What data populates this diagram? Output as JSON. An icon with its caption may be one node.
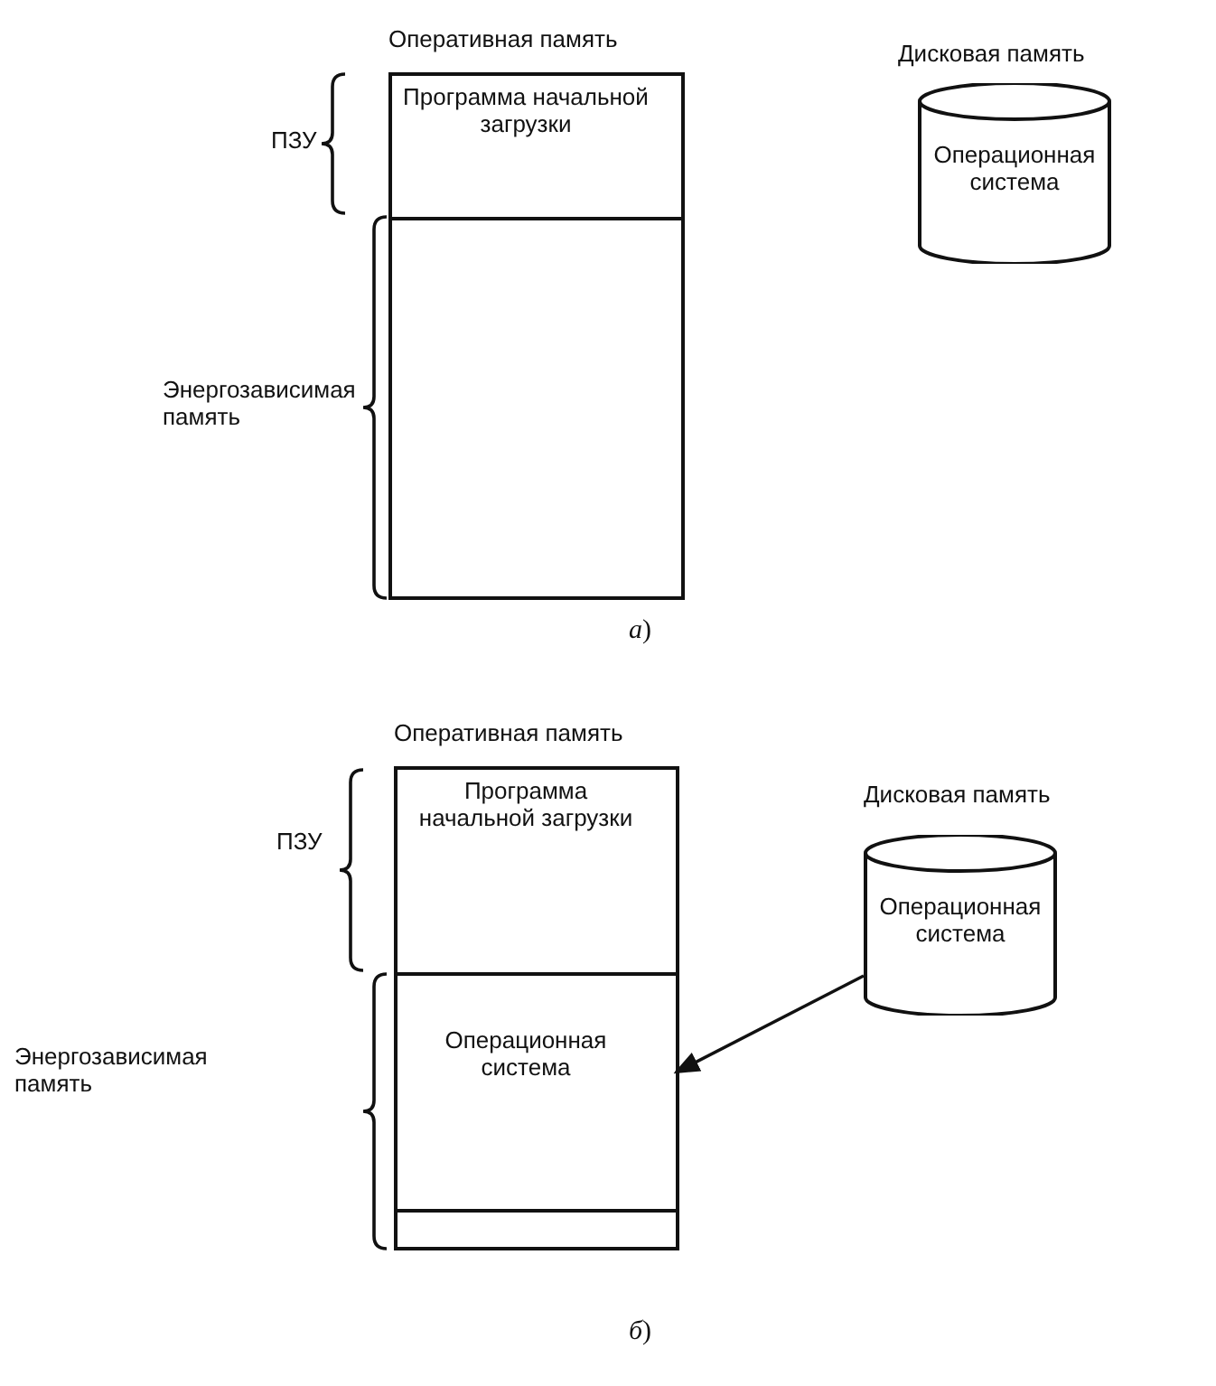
{
  "diagram": {
    "nodes": [
      {
        "text": [
          "Оперативная память"
        ]
      },
      {
        "text": [
          "Программа начальной загрузки"
        ],
        "in": 0
      },
      {
        "text": [],
        "shape": "box",
        "in": 0
      },
      {
        "text": [
          "Дисковая память",
          "Операционная система"
        ]
      },
      {
        "text": [
          "Оперативная память"
        ]
      },
      {
        "text": [
          "Программа начальной загрузки"
        ],
        "in": 4
      },
      {
        "text": [
          "Операционная система"
        ],
        "in": 4
      },
      {
        "text": [],
        "shape": "box",
        "in": 4
      },
      {
        "text": [
          "Дисковая память",
          "Операционная система"
        ]
      }
    ],
    "edges": [
      {
        "from": 8,
        "to": 6,
        "arrow": "to"
      }
    ],
    "labels": [
      "ПЗУ",
      "Энергозависимая память",
      "*а*)",
      "ПЗУ",
      "Энергозависимая память",
      "*б*)"
    ]
  }
}
